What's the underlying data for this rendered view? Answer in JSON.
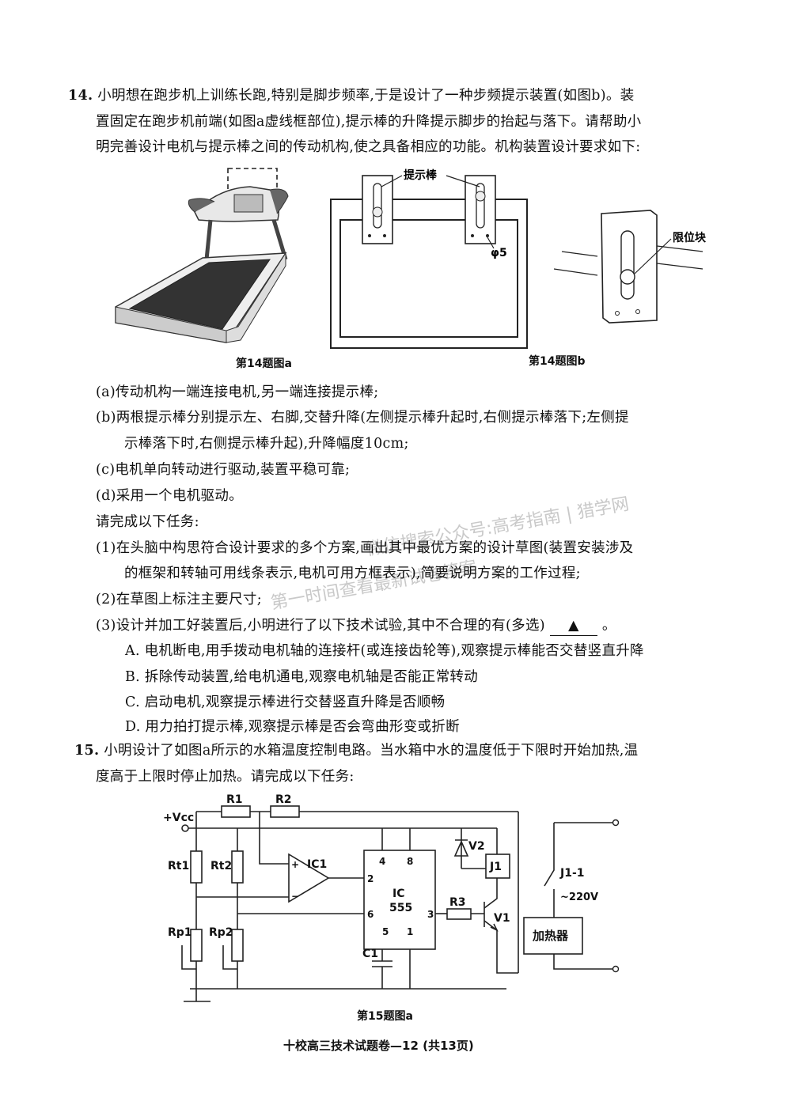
{
  "q14": {
    "number": "14.",
    "intro": [
      "小明想在跑步机上训练长跑,特别是脚步频率,于是设计了一种步频提示装置(如图b)。装",
      "置固定在跑步机前端(如图a虚线框部位),提示棒的升降提示脚步的抬起与落下。请帮助小",
      "明完善设计电机与提示棒之间的传动机构,使之具备相应的功能。机构装置设计要求如下:"
    ],
    "fig_a_caption": "第14题图a",
    "fig_b_caption": "第14题图b",
    "label_rod": "提示棒",
    "label_phi": "φ5",
    "label_stop": "限位块",
    "requirements": [
      "(a)传动机构一端连接电机,另一端连接提示棒;",
      "(b)两根提示棒分别提示左、右脚,交替升降(左侧提示棒升起时,右侧提示棒落下;左侧提",
      "示棒落下时,右侧提示棒升起),升降幅度10cm;",
      "(c)电机单向转动进行驱动,装置平稳可靠;",
      "(d)采用一个电机驱动。"
    ],
    "task_intro": "请完成以下任务:",
    "tasks": [
      "(1)在头脑中构思符合设计要求的多个方案,画出其中最优方案的设计草图(装置安装涉及",
      "的框架和转轴可用线条表示,电机可用方框表示),简要说明方案的工作过程;",
      "(2)在草图上标注主要尺寸;"
    ],
    "task3_text": "(3)设计并加工好装置后,小明进行了以下技术试验,其中不合理的有(多选)",
    "task3_blank": "▲",
    "task3_end": "。",
    "options": [
      "A. 电机断电,用手拨动电机轴的连接杆(或连接齿轮等),观察提示棒能否交替竖直升降",
      "B. 拆除传动装置,给电机通电,观察电机轴是否能正常转动",
      "C. 启动电机,观察提示棒进行交替竖直升降是否顺畅",
      "D. 用力拍打提示棒,观察提示棒是否会弯曲形变或折断"
    ]
  },
  "q15": {
    "number": "15.",
    "intro": [
      "小明设计了如图a所示的水箱温度控制电路。当水箱中水的温度低于下限时开始加热,温",
      "度高于上限时停止加热。请完成以下任务:"
    ],
    "fig_caption": "第15题图a",
    "circuit": {
      "vcc": "+Vcc",
      "r1": "R1",
      "r2": "R2",
      "rt1": "Rt1",
      "rt2": "Rt2",
      "rp1": "Rp1",
      "rp2": "Rp2",
      "ic1": "IC1",
      "ic": "IC",
      "ic555": "555",
      "pin4": "4",
      "pin8": "8",
      "pin2": "2",
      "pin6": "6",
      "pin3": "3",
      "pin5": "5",
      "pin1": "1",
      "c1": "C1",
      "r3": "R3",
      "v1": "V1",
      "v2": "V2",
      "j1": "J1",
      "j11": "J1-1",
      "ac": "~220V",
      "heater": "加热器",
      "plus": "+",
      "minus": "−"
    }
  },
  "footer": "十校高三技术试题卷—12 (共13页)",
  "watermark": [
    "微信搜索公众号:高考指南 | 猎学网",
    "第一时间查看最新试卷答案"
  ]
}
